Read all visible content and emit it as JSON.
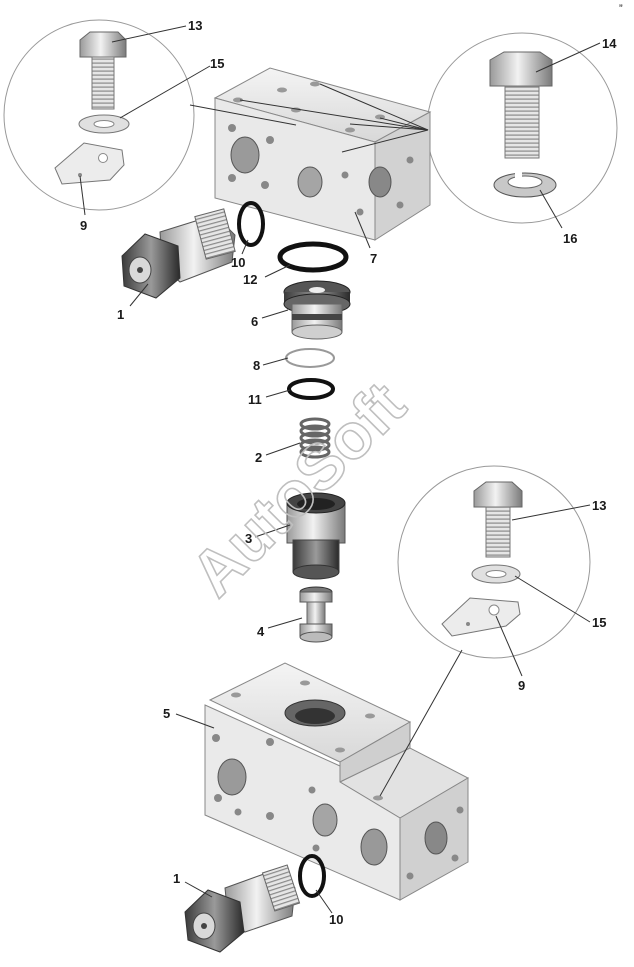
{
  "watermark": "AutoSoft",
  "corner_mark": "”",
  "callouts": [
    {
      "id": "c13a",
      "text": "13"
    },
    {
      "id": "c15a",
      "text": "15"
    },
    {
      "id": "c9a",
      "text": "9"
    },
    {
      "id": "c14",
      "text": "14"
    },
    {
      "id": "c16",
      "text": "16"
    },
    {
      "id": "c7",
      "text": "7"
    },
    {
      "id": "c10a",
      "text": "10"
    },
    {
      "id": "c12",
      "text": "12"
    },
    {
      "id": "c1a",
      "text": "1"
    },
    {
      "id": "c6",
      "text": "6"
    },
    {
      "id": "c8",
      "text": "8"
    },
    {
      "id": "c11",
      "text": "11"
    },
    {
      "id": "c2",
      "text": "2"
    },
    {
      "id": "c3",
      "text": "3"
    },
    {
      "id": "c4",
      "text": "4"
    },
    {
      "id": "c13b",
      "text": "13"
    },
    {
      "id": "c15b",
      "text": "15"
    },
    {
      "id": "c9b",
      "text": "9"
    },
    {
      "id": "c5",
      "text": "5"
    },
    {
      "id": "c1b",
      "text": "1"
    },
    {
      "id": "c10b",
      "text": "10"
    }
  ]
}
